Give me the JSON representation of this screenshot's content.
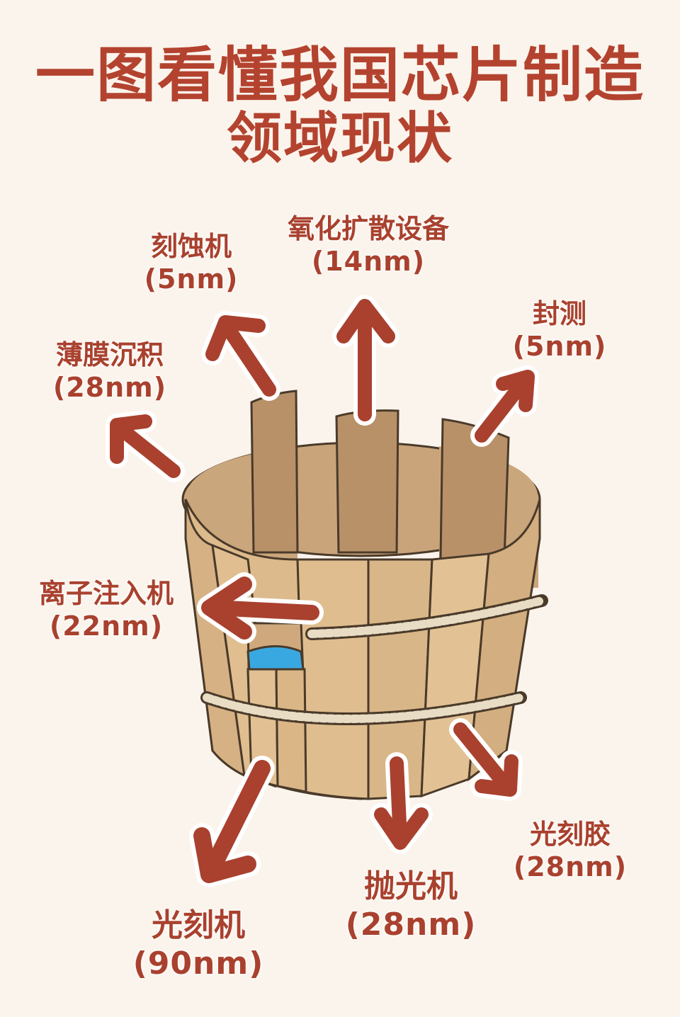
{
  "title": {
    "line1": "一图看懂我国芯片制造",
    "line2": "领域现状"
  },
  "colors": {
    "accent": "#b3432f",
    "wood": "#d9b588",
    "wood_dark": "#b8956b",
    "water": "#3aa8e0",
    "background": "#fbf4ec"
  },
  "labels": {
    "etching": {
      "name": "刻蚀机",
      "value": "(5nm)"
    },
    "oxidation": {
      "name": "氧化扩散设备",
      "value": "(14nm)"
    },
    "packaging": {
      "name": "封测",
      "value": "(5nm)"
    },
    "thin_film": {
      "name": "薄膜沉积",
      "value": "(28nm)"
    },
    "ion_implant": {
      "name": "离子注入机",
      "value": "(22nm)"
    },
    "photoresist": {
      "name": "光刻胶",
      "value": "(28nm)"
    },
    "polishing": {
      "name": "抛光机",
      "value": "(28nm)"
    },
    "lithography": {
      "name": "光刻机",
      "value": "(90nm)"
    }
  }
}
